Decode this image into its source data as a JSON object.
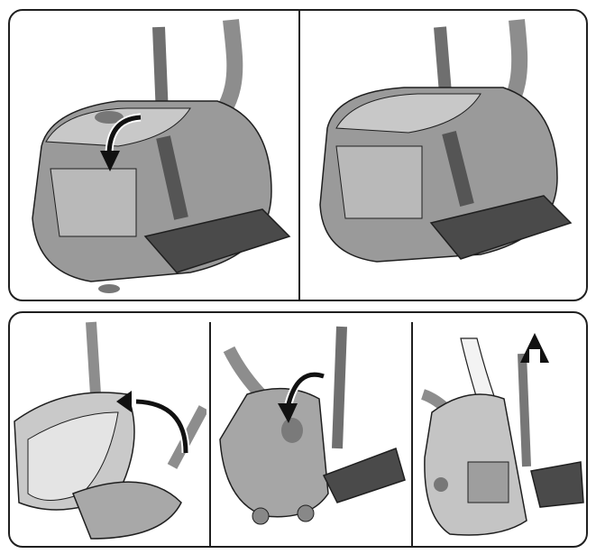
{
  "document": {
    "type": "instruction-illustration",
    "panels": [
      {
        "id": "top",
        "steps": [
          {
            "illustration": "vacuum-hose-lock-rotate",
            "arrow": "curved-arrow-clockwise"
          },
          {
            "illustration": "vacuum-hose-locked",
            "arrow": ""
          }
        ]
      },
      {
        "id": "bottom",
        "steps": [
          {
            "illustration": "vacuum-lid-open",
            "arrow": "curved-arrow-up"
          },
          {
            "illustration": "vacuum-upright-parking",
            "arrow": "curved-arrow-down"
          },
          {
            "illustration": "vacuum-carry-handle",
            "arrow": "straight-arrow-up"
          }
        ]
      }
    ],
    "colors": {
      "body_dark": "#5f5f5f",
      "body_mid": "#8a8a8a",
      "body_light": "#c9c9c9",
      "outline": "#1f1f1f",
      "arrow": "#111111"
    }
  }
}
